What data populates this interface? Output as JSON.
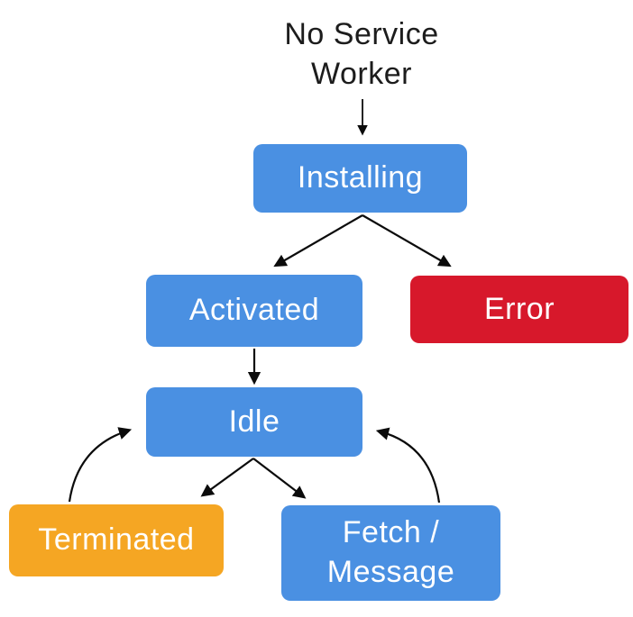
{
  "diagram": {
    "start": {
      "label": "No Service Worker"
    },
    "nodes": {
      "installing": {
        "label": "Installing",
        "color": "#4A90E2"
      },
      "activated": {
        "label": "Activated",
        "color": "#4A90E2"
      },
      "error": {
        "label": "Error",
        "color": "#D7182B"
      },
      "idle": {
        "label": "Idle",
        "color": "#4A90E2"
      },
      "terminated": {
        "label": "Terminated",
        "color": "#F5A623"
      },
      "fetch_message": {
        "label": "Fetch / Message",
        "color": "#4A90E2"
      }
    },
    "edges": [
      {
        "from": "no-service-worker",
        "to": "installing"
      },
      {
        "from": "installing",
        "to": "activated"
      },
      {
        "from": "installing",
        "to": "error"
      },
      {
        "from": "activated",
        "to": "idle"
      },
      {
        "from": "idle",
        "to": "terminated"
      },
      {
        "from": "idle",
        "to": "fetch_message"
      },
      {
        "from": "terminated",
        "to": "idle"
      },
      {
        "from": "fetch_message",
        "to": "idle"
      }
    ],
    "colors": {
      "blue": "#4A90E2",
      "red": "#D7182B",
      "orange": "#F5A623",
      "arrow": "#0b0b0b",
      "background": "#FFFFFF",
      "text_on_box": "#FFFFFF",
      "text_dark": "#1C1C1C"
    }
  }
}
